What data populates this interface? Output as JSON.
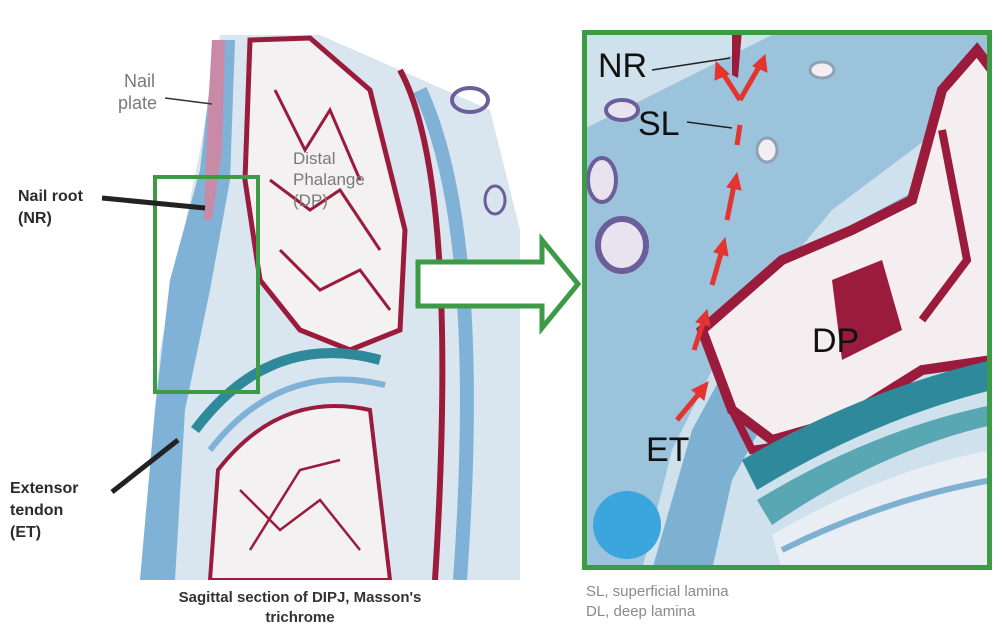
{
  "left_labels": {
    "nail_plate": [
      "Nail",
      "plate"
    ],
    "nail_root": [
      "Nail root",
      "(NR)"
    ],
    "distal_phalange": [
      "Distal",
      "Phalange",
      "(DP)"
    ],
    "extensor_tendon": [
      "Extensor",
      "tendon",
      "(ET)"
    ]
  },
  "caption": [
    "Sagittal section of DIPJ, Masson's",
    "trichrome"
  ],
  "right_labels": {
    "nr": "NR",
    "sl": "SL",
    "dp": "DP",
    "et": "ET"
  },
  "legend": [
    "SL, superficial lamina",
    "DL, deep lamina"
  ],
  "colors": {
    "frame_green": "#3d9b46",
    "arrow_red": "#e3342f",
    "tissue_blue": "#8fbcd8",
    "bone_red": "#9b1b3c",
    "cartilage_teal": "#2e8a9a",
    "marker_blue": "#3aa6dd"
  }
}
